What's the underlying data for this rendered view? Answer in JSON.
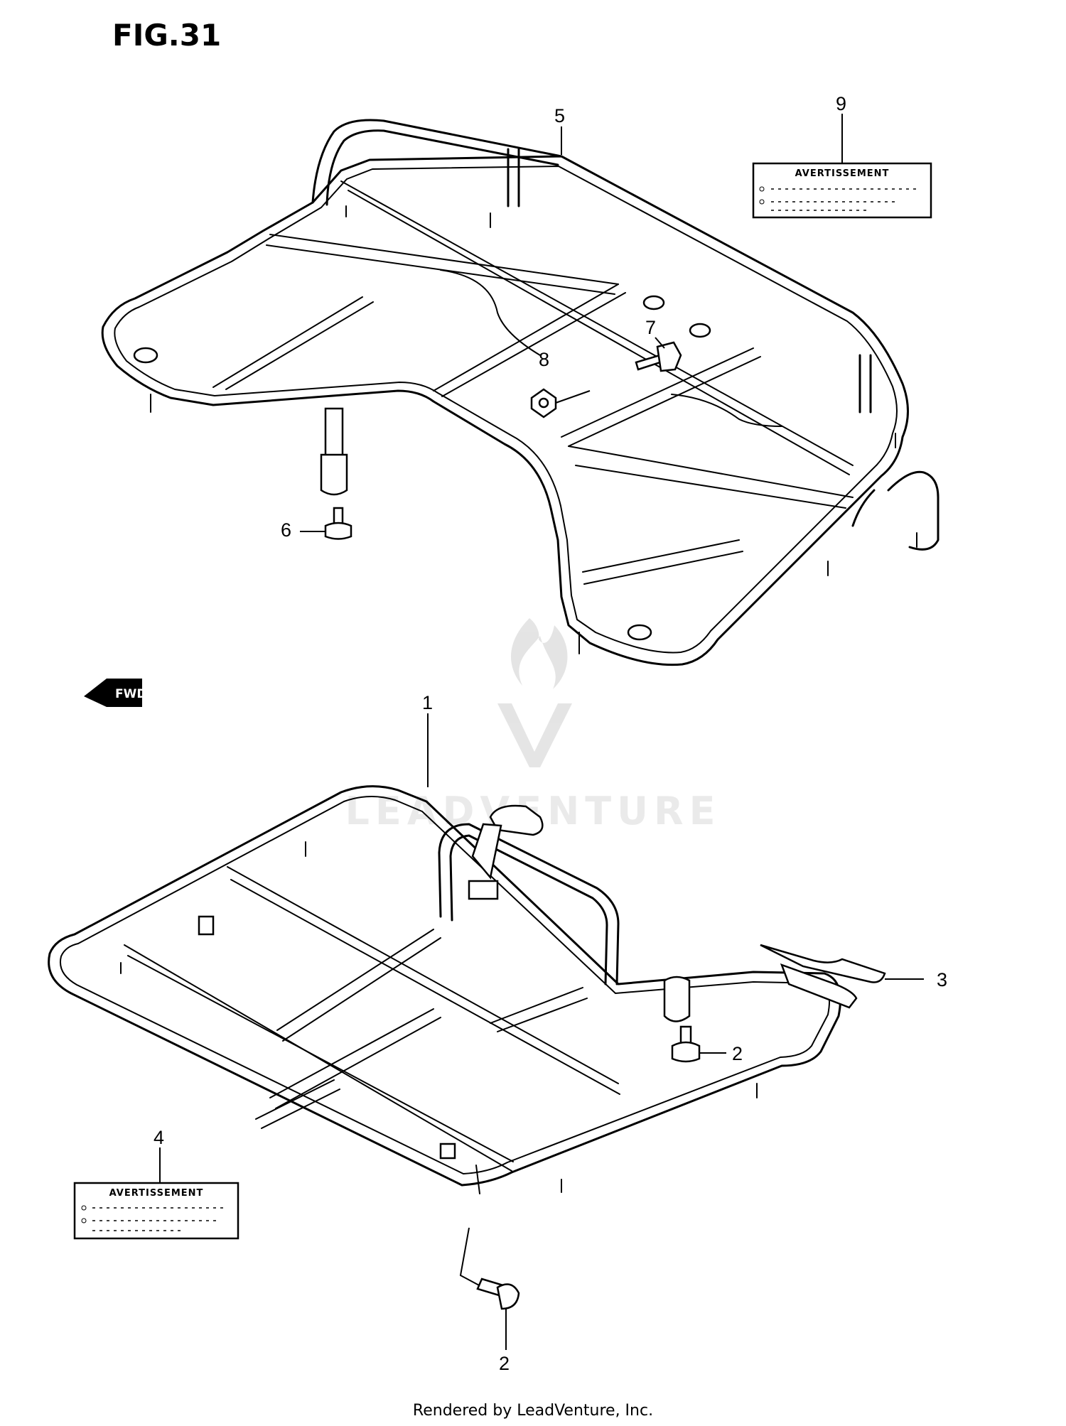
{
  "figure_title": "FIG.31",
  "callouts": {
    "c1": "1",
    "c2a": "2",
    "c2b": "2",
    "c3": "3",
    "c4": "4",
    "c5": "5",
    "c6": "6",
    "c7": "7",
    "c8": "8",
    "c9": "9"
  },
  "warning_label_top": {
    "heading": "AVERTISSEMENT"
  },
  "warning_label_bottom": {
    "heading": "AVERTISSEMENT"
  },
  "direction_badge": "FWD",
  "watermark": "LEADVENTURE",
  "footer_text": "Rendered by LeadVenture, Inc."
}
